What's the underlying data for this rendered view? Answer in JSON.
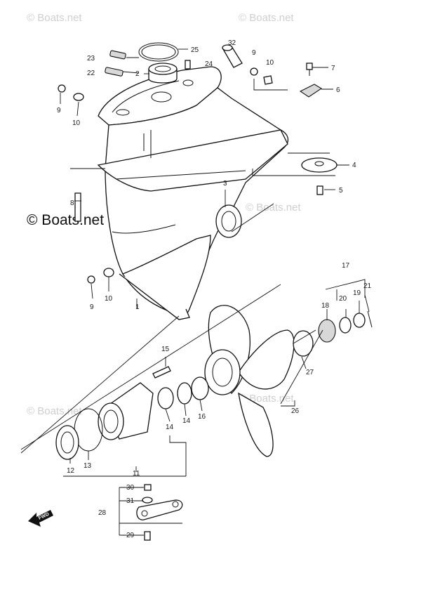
{
  "watermarks": {
    "top_left": "© Boats.net",
    "top_right": "© Boats.net",
    "mid_left": "© Boats.net",
    "mid_right": "© Boats.net",
    "lower_left": "© Boats.net",
    "lower_right": "© Boats.net"
  },
  "fwd_label": "FWD",
  "callouts": {
    "p1": "1",
    "p2": "2",
    "p3": "3",
    "p4": "4",
    "p5": "5",
    "p6": "6",
    "p7": "7",
    "p8": "8",
    "p9a": "9",
    "p9b": "9",
    "p9c": "9",
    "p10a": "10",
    "p10b": "10",
    "p10c": "10",
    "p11": "11",
    "p12": "12",
    "p13": "13",
    "p14a": "14",
    "p14b": "14",
    "p15": "15",
    "p16": "16",
    "p17": "17",
    "p18": "18",
    "p19": "19",
    "p20": "20",
    "p21": "21",
    "p22": "22",
    "p23": "23",
    "p24": "24",
    "p25": "25",
    "p26": "26",
    "p27": "27",
    "p28": "28",
    "p29": "29",
    "p30": "30",
    "p31": "31",
    "p32": "32"
  }
}
